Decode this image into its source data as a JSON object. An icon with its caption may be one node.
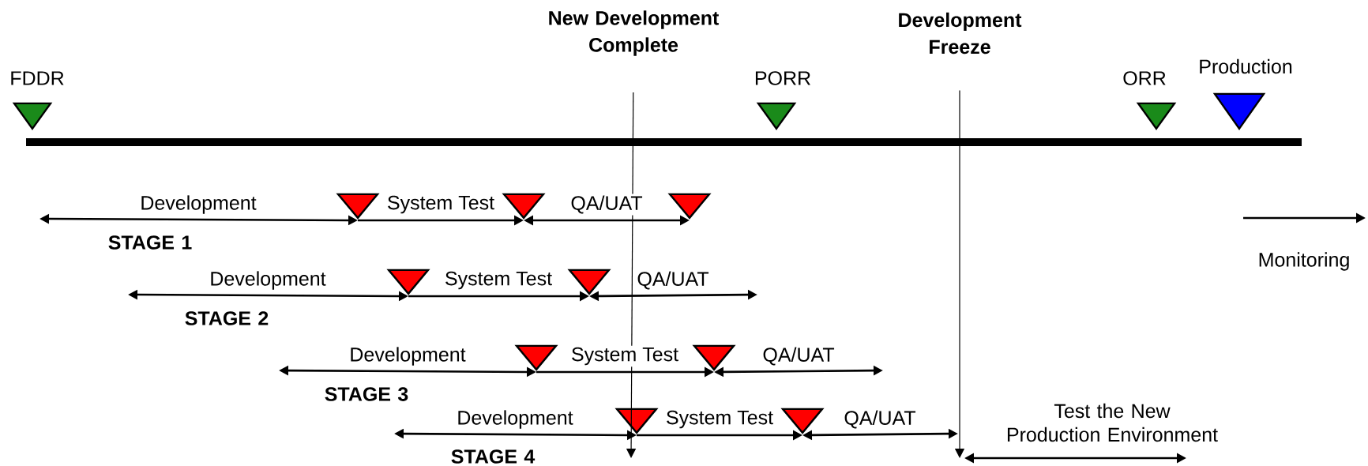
{
  "diagram": {
    "nodes": [
      {
        "text": [
          "FDDR"
        ]
      },
      {
        "text": [
          "New Development Complete"
        ]
      },
      {
        "text": [
          "PORR"
        ]
      },
      {
        "text": [
          "Development Freeze"
        ]
      },
      {
        "text": [
          "ORR"
        ]
      },
      {
        "text": [
          "Production"
        ]
      },
      {
        "text": [],
        "shape": "triangle"
      },
      {
        "text": [],
        "shape": "triangle"
      },
      {
        "text": [],
        "shape": "triangle"
      },
      {
        "text": [],
        "shape": "triangle"
      },
      {
        "text": [],
        "shape": "triangle"
      },
      {
        "text": [],
        "shape": "triangle"
      },
      {
        "text": [],
        "shape": "triangle"
      },
      {
        "text": [],
        "shape": "triangle"
      },
      {
        "text": [],
        "shape": "triangle"
      }
    ],
    "edges": [
      {
        "from": null,
        "to": 6,
        "arrow": "both",
        "label": "Development"
      },
      {
        "from": 6,
        "to": 7,
        "arrow": "to",
        "label": "System Test"
      },
      {
        "from": 7,
        "to": 8,
        "arrow": "both",
        "label": "QA/UAT"
      },
      {
        "from": null,
        "to": 9,
        "arrow": "both",
        "label": "Development"
      },
      {
        "from": 9,
        "to": 10,
        "arrow": "to",
        "label": "System Test"
      },
      {
        "from": 10,
        "to": null,
        "arrow": "both",
        "label": "QA/UAT"
      },
      {
        "from": null,
        "to": 11,
        "arrow": "both",
        "label": "Development"
      },
      {
        "from": 11,
        "to": 12,
        "arrow": "to",
        "label": "System Test"
      },
      {
        "from": 12,
        "to": null,
        "arrow": "both",
        "label": "QA/UAT"
      },
      {
        "from": null,
        "to": 13,
        "arrow": "both",
        "label": "Development"
      },
      {
        "from": 13,
        "to": 14,
        "arrow": "to",
        "label": "System Test"
      },
      {
        "from": 14,
        "to": null,
        "arrow": "both",
        "label": "QA/UAT"
      },
      {
        "from": 1,
        "to": null,
        "arrow": "to"
      },
      {
        "from": 3,
        "to": null,
        "arrow": "to"
      }
    ],
    "labels": [
      "STAGE 1",
      "Monitoring",
      "STAGE 2",
      "STAGE 3",
      "Test the New Production Environment",
      "STAGE 4"
    ]
  }
}
